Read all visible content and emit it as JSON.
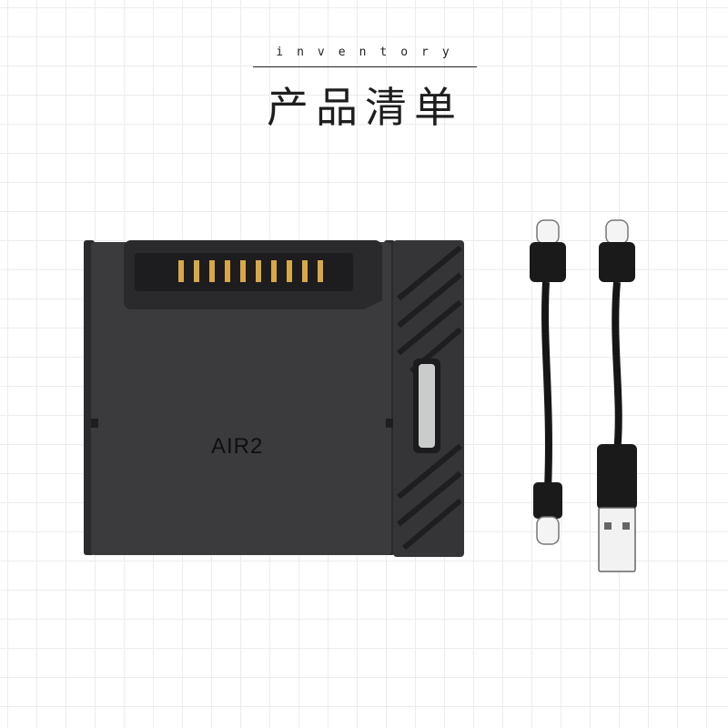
{
  "header": {
    "subtitle": "inventory",
    "title": "产品清单"
  },
  "adapter": {
    "label": "AIR2",
    "pin_count": 10,
    "colors": {
      "body": "#3a3a3c",
      "body_dark": "#2c2c2e",
      "pins": "#d8a848",
      "indicator": "#c9ccca"
    }
  },
  "cables": [
    {
      "name": "usb-c-to-usb-c-cable"
    },
    {
      "name": "usb-a-to-usb-c-cable"
    }
  ]
}
